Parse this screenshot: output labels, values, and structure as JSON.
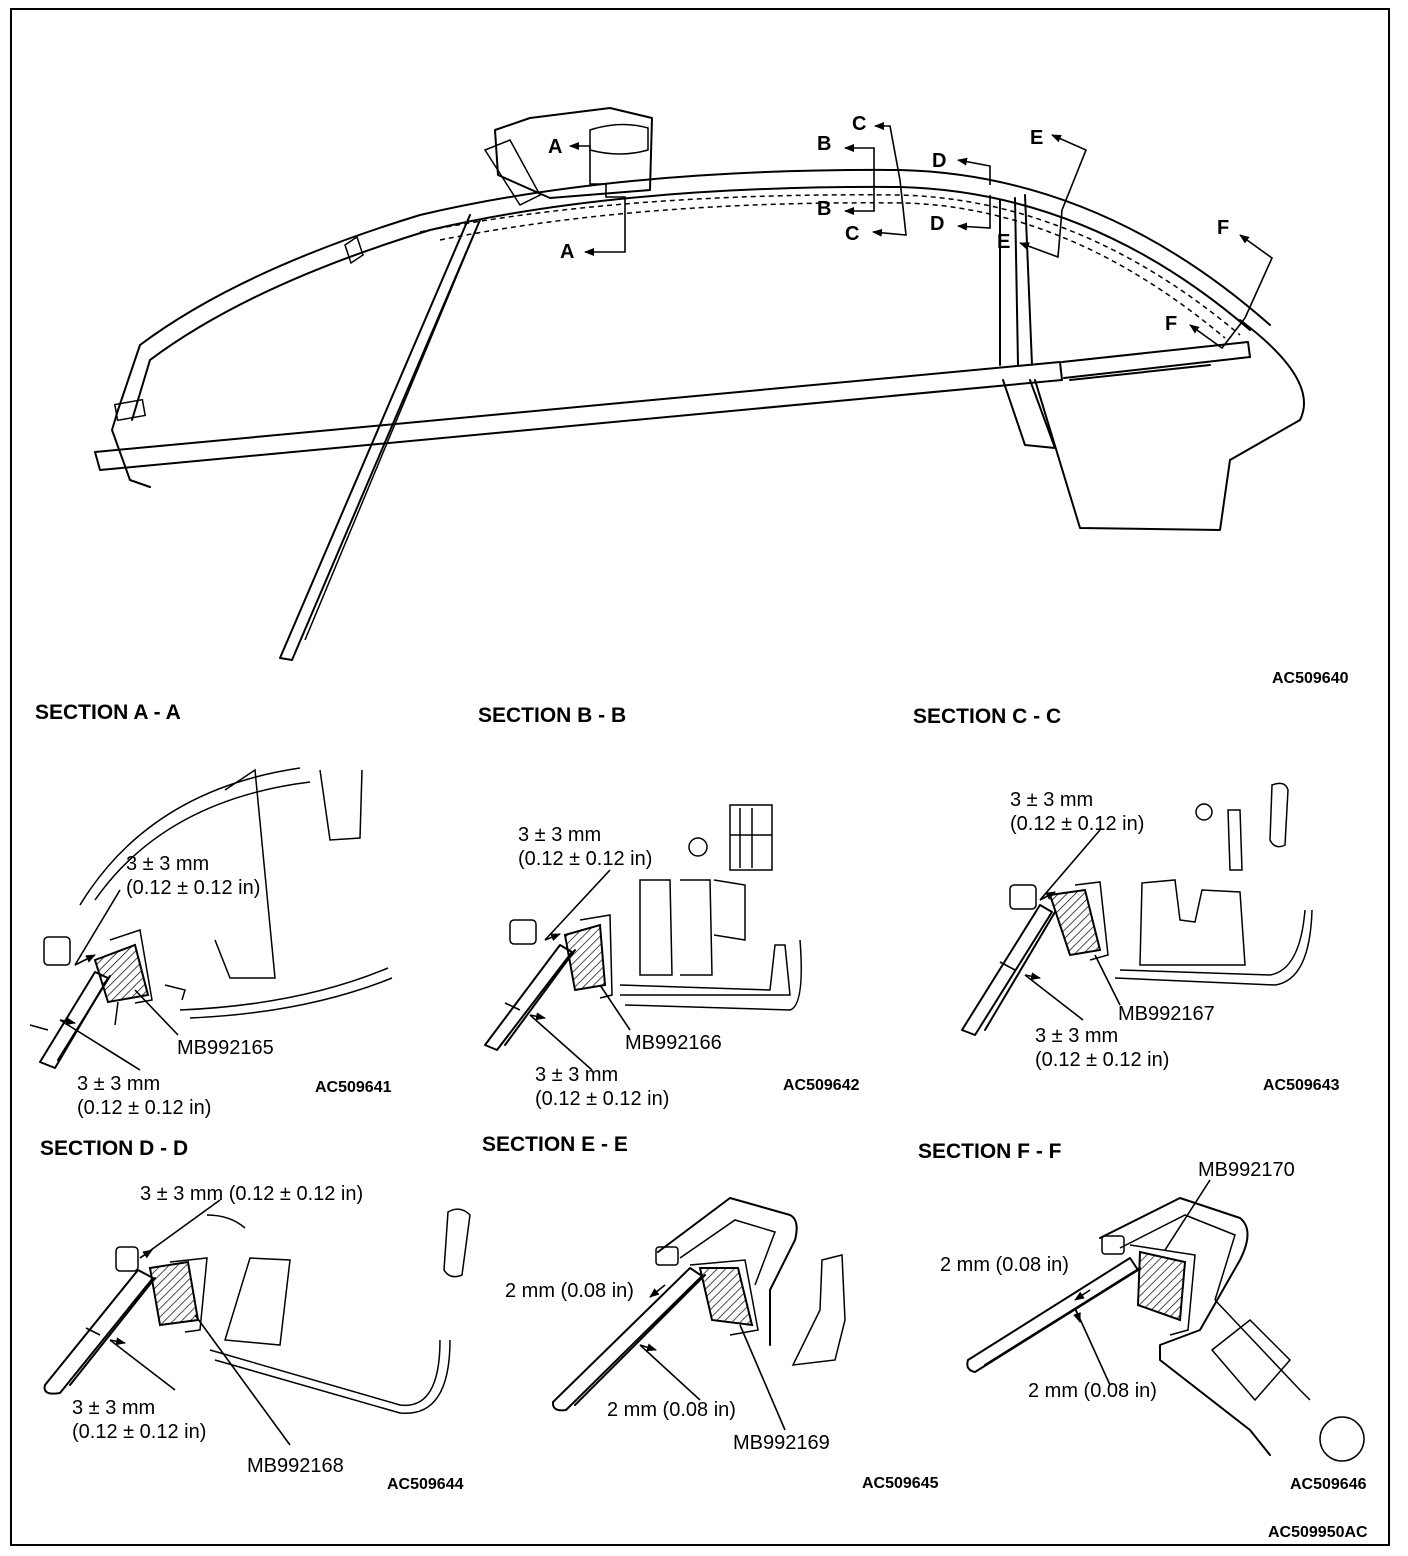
{
  "overview": {
    "callouts": {
      "a_top": "A",
      "a_bottom": "A",
      "b_top": "B",
      "b_bottom": "B",
      "c_top": "C",
      "c_bottom": "C",
      "d_top": "D",
      "d_bottom": "D",
      "e_top": "E",
      "e_bottom": "E",
      "f_top": "F",
      "f_bottom": "F"
    },
    "figure_code": "AC509640"
  },
  "sections": [
    {
      "title": "SECTION A - A",
      "dim_top_line1": "3 ± 3 mm",
      "dim_top_line2": "(0.12 ± 0.12 in)",
      "dim_bottom_line1": "3 ± 3 mm",
      "dim_bottom_line2": "(0.12 ± 0.12 in)",
      "part": "MB992165",
      "code": "AC509641"
    },
    {
      "title": "SECTION B - B",
      "dim_top_line1": "3 ± 3 mm",
      "dim_top_line2": "(0.12 ± 0.12 in)",
      "dim_bottom_line1": "3 ± 3 mm",
      "dim_bottom_line2": "(0.12 ± 0.12 in)",
      "part": "MB992166",
      "code": "AC509642"
    },
    {
      "title": "SECTION C - C",
      "dim_top_line1": "3 ± 3 mm",
      "dim_top_line2": "(0.12 ± 0.12 in)",
      "dim_bottom_line1": "3 ± 3 mm",
      "dim_bottom_line2": "(0.12 ± 0.12 in)",
      "part": "MB992167",
      "code": "AC509643"
    },
    {
      "title": "SECTION D - D",
      "dim_top_line1": "3 ± 3 mm (0.12 ± 0.12 in)",
      "dim_bottom_line1": "3 ± 3 mm",
      "dim_bottom_line2": "(0.12 ± 0.12 in)",
      "part": "MB992168",
      "code": "AC509644"
    },
    {
      "title": "SECTION E - E",
      "dim_top_line1": "2 mm (0.08 in)",
      "dim_bottom_line1": "2 mm (0.08 in)",
      "part": "MB992169",
      "code": "AC509645"
    },
    {
      "title": "SECTION F - F",
      "dim_top_line1": "2 mm (0.08 in)",
      "dim_bottom_line1": "2 mm (0.08 in)",
      "part": "MB992170",
      "code": "AC509646"
    }
  ],
  "document_code": "AC509950AC"
}
